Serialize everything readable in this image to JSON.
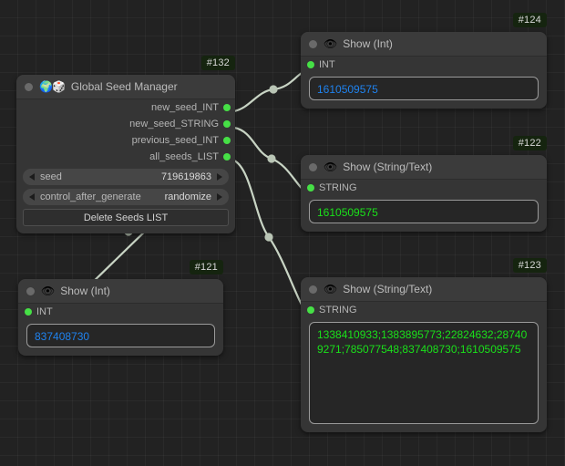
{
  "canvas": {
    "background_color": "#222222",
    "grid_color": "#2a2a2a",
    "link_color": "#c8d4c4"
  },
  "nodes": [
    {
      "id": "#132",
      "title": "Global Seed Manager",
      "icons": [
        "globe-icon",
        "dice-icon"
      ],
      "emoji": "🌍🎲",
      "outputs": [
        {
          "label": "new_seed_INT",
          "color": "#46e046"
        },
        {
          "label": "new_seed_STRING",
          "color": "#46e046"
        },
        {
          "label": "previous_seed_INT",
          "color": "#46e046"
        },
        {
          "label": "all_seeds_LIST",
          "color": "#46e046"
        }
      ],
      "widgets": [
        {
          "type": "combo",
          "name": "seed",
          "value": "719619863"
        },
        {
          "type": "combo",
          "name": "control_after_generate",
          "value": "randomize"
        },
        {
          "type": "button",
          "label": "Delete Seeds LIST"
        }
      ]
    },
    {
      "id": "#124",
      "title": "Show (Int)",
      "icons": [
        "eye-icon"
      ],
      "emoji": "👁",
      "inputs": [
        {
          "label": "INT",
          "color": "#46e046"
        }
      ],
      "value": "1610509575",
      "value_type": "int",
      "value_color": "#1f83f0"
    },
    {
      "id": "#122",
      "title": "Show (String/Text)",
      "icons": [
        "eye-icon"
      ],
      "emoji": "👁",
      "inputs": [
        {
          "label": "STRING",
          "color": "#46e046"
        }
      ],
      "value": "1610509575",
      "value_type": "string",
      "value_color": "#1ae11a"
    },
    {
      "id": "#123",
      "title": "Show (String/Text)",
      "icons": [
        "eye-icon"
      ],
      "emoji": "👁",
      "inputs": [
        {
          "label": "STRING",
          "color": "#46e046"
        }
      ],
      "value": "1338410933;1383895773;22824632;287409271;785077548;837408730;1610509575",
      "value_type": "string",
      "value_color": "#1ae11a"
    },
    {
      "id": "#121",
      "title": "Show (Int)",
      "icons": [
        "eye-icon"
      ],
      "emoji": "👁",
      "inputs": [
        {
          "label": "INT",
          "color": "#46e046"
        }
      ],
      "value": "837408730",
      "value_type": "int",
      "value_color": "#1f83f0"
    }
  ]
}
